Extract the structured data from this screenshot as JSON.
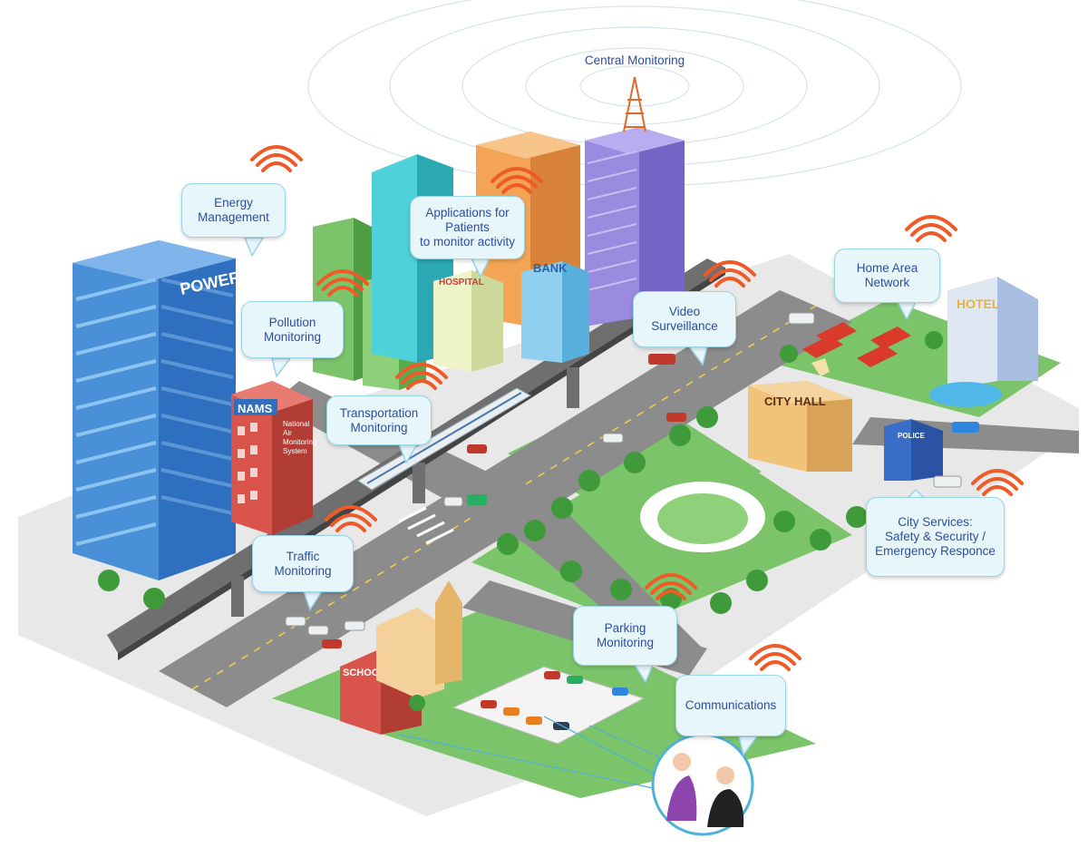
{
  "callouts": {
    "central_monitoring": "Central Monitoring",
    "energy_management": [
      "Energy",
      "Management"
    ],
    "applications_for_patients": [
      "Applications for",
      "Patients",
      "to monitor activity"
    ],
    "pollution_monitoring": [
      "Pollution",
      "Monitoring"
    ],
    "transportation_monitoring": [
      "Transportation",
      "Monitoring"
    ],
    "video_surveillance": [
      "Video",
      "Surveillance"
    ],
    "home_area_network": [
      "Home Area",
      "Network"
    ],
    "traffic_monitoring": [
      "Traffic",
      "Monitoring"
    ],
    "parking_monitoring": [
      "Parking",
      "Monitoring"
    ],
    "communications": "Communications",
    "city_services": [
      "City Services:",
      "Safety & Security /",
      "Emergency Responce"
    ]
  },
  "buildings": {
    "power": "POWER",
    "nams": "NAMS",
    "nams_subtitle": [
      "National",
      "Air",
      "Monitoring",
      "System"
    ],
    "hospital": "HOSPITAL",
    "bank": "BANK",
    "hotel": "HOTEL",
    "city_hall": "CITY HALL",
    "police": "POLICE",
    "school": "SCHOOL"
  },
  "colors": {
    "callout_fill": "#e6f6fb",
    "callout_border": "#9bd3e8",
    "callout_text": "#2d4da0",
    "wifi_signal": "#f05a28",
    "road": "#8c8c8c",
    "grass": "#7cc46a"
  }
}
